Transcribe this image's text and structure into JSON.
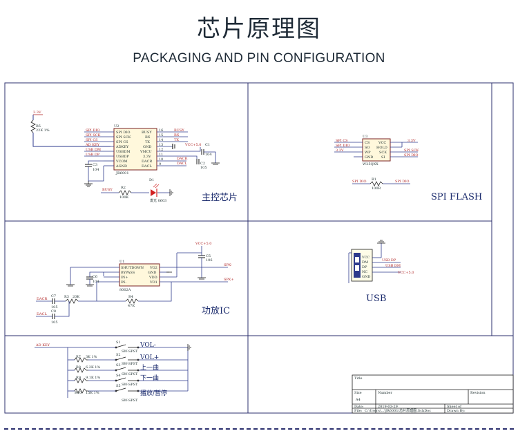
{
  "header": {
    "title": "芯片原理图",
    "subtitle": "PACKAGING AND PIN CONFIGURATION"
  },
  "colors": {
    "frame": "#2b2f6e",
    "wire": "#2d3a8c",
    "netlabel": "#b02424",
    "component": "#1a1a1a",
    "led": "#d22222"
  },
  "sections": {
    "main_chip": "主控芯片",
    "spi_flash": "SPI FLASH",
    "amplifier": "功放IC",
    "usb": "USB"
  },
  "main_chip": {
    "ref": "U2",
    "part": "JR6001",
    "left_pins": [
      "SPI DIO",
      "SPI SCK",
      "SPI CS",
      "ADKEY",
      "USBDM",
      "USBDP",
      "VCOM",
      "AGND"
    ],
    "right_pins": [
      "BUSY",
      "RX",
      "TX",
      "GND",
      "VMCU",
      "3.3V",
      "DACR",
      "DACL"
    ],
    "left_nets": [
      "SPI DIO",
      "SPI SCK",
      "SPI CS",
      "AD KEY",
      "USB DM",
      "USB DP"
    ],
    "right_nets": [
      "BUSY",
      "RX",
      "TX"
    ],
    "pull_up": {
      "ref": "R5",
      "value": "22K  1%",
      "net": "3.3V"
    },
    "cap_c3": {
      "ref": "C3",
      "value": "104"
    },
    "cap_c1": {
      "ref": "C1",
      "value": "104"
    },
    "cap_c2": {
      "ref": "C2",
      "value": "105"
    },
    "vcc": "VCC+5.0",
    "dac_nets": [
      "DACR",
      "DACL"
    ],
    "led": {
      "ref": "D1",
      "label": "发光 0603",
      "resistor": "R2",
      "resistor_value": "100K",
      "net": "BUSY"
    }
  },
  "flash": {
    "ref": "U3",
    "part": "W25QXX",
    "left_pins": [
      "CS",
      "SO",
      "WP",
      "GND"
    ],
    "right_pins": [
      "VCC",
      "HOLD",
      "SCK",
      "SI"
    ],
    "left_nets": [
      "SPI CS",
      "SPI DIO",
      "3.3V"
    ],
    "right_nets": [
      "3.3V",
      "SPI SCK",
      "SPI DIO"
    ],
    "series": {
      "ref": "R1",
      "value": "100R",
      "from": "SPI DIO",
      "to": "SPI DIO"
    }
  },
  "amplifier": {
    "ref": "U1",
    "part": "8002A",
    "left_pins": [
      "SHUTDOWN",
      "BYPASS",
      "IN+",
      "IN-"
    ],
    "right_pins": [
      "VO2",
      "GND",
      "VDD",
      "VO1"
    ],
    "vcc": "VCC+5.0",
    "cap_c5": {
      "ref": "C5",
      "value": "106"
    },
    "cap_c6": {
      "ref": "C6",
      "value": "104"
    },
    "cap_c7": {
      "ref": "C7",
      "value": "105"
    },
    "cap_c8": {
      "ref": "C8",
      "value": "105"
    },
    "r3": {
      "ref": "R3",
      "value": "20K"
    },
    "r4": {
      "ref": "R4",
      "value": "47K"
    },
    "inputs": [
      "DACR",
      "DACL"
    ],
    "outputs": [
      "SPK-",
      "SPK+"
    ]
  },
  "usb": {
    "pins": [
      "VCC",
      "DM",
      "DP",
      "NC",
      "GND"
    ],
    "nets": [
      "USB DP",
      "USB DM",
      "VCC+5.0"
    ]
  },
  "keys": {
    "net": "AD KEY",
    "switches": [
      {
        "ref": "S1",
        "type": "SW-SPST",
        "label": "VOL-",
        "resistor": "",
        "value": ""
      },
      {
        "ref": "S2",
        "type": "SW-SPST",
        "label": "VOL+",
        "resistor": "R7",
        "value": "3K  1%"
      },
      {
        "ref": "S3",
        "type": "SW-SPST",
        "label": "上一曲",
        "resistor": "R8",
        "value": "6.2K  1%"
      },
      {
        "ref": "S4",
        "type": "SW-SPST",
        "label": "下一曲",
        "resistor": "R9",
        "value": "9.1K  1%"
      },
      {
        "ref": "S5",
        "type": "SW-SPST",
        "label": "播放/暂停",
        "resistor": "R10",
        "value": "15K  1%"
      }
    ]
  },
  "title_block": {
    "title_label": "Title",
    "size_label": "Size",
    "number_label": "Number",
    "revision_label": "Revision",
    "size_value": "A4",
    "date_label": "Date:",
    "date_value": "2019-03-29",
    "file_label": "File:",
    "file_value": "C:\\Users\\...\\JR6001\\芯片原理图.SchDoc",
    "sheet_label": "Sheet    of",
    "drawn_label": "Drawn By:"
  }
}
